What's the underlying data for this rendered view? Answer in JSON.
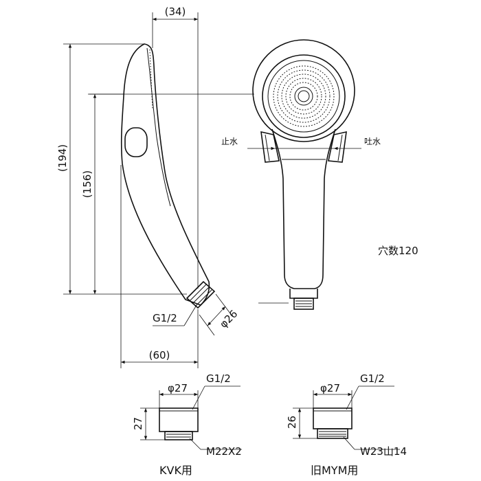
{
  "side_view": {
    "width_top": "(34)",
    "height_total": "(194)",
    "height_inner": "(156)",
    "width_bottom": "(60)",
    "thread": "G1/2",
    "diameter": "φ26"
  },
  "front_view": {
    "label_left": "止水",
    "label_right": "吐水",
    "holes": "穴数120"
  },
  "adapter_kvk": {
    "diameter": "φ27",
    "thread_top": "G1/2",
    "height": "27",
    "thread_bottom": "M22X2",
    "caption": "KVK用"
  },
  "adapter_mym": {
    "diameter": "φ27",
    "thread_top": "G1/2",
    "height": "26",
    "thread_bottom": "W23山14",
    "caption": "旧MYM用"
  }
}
